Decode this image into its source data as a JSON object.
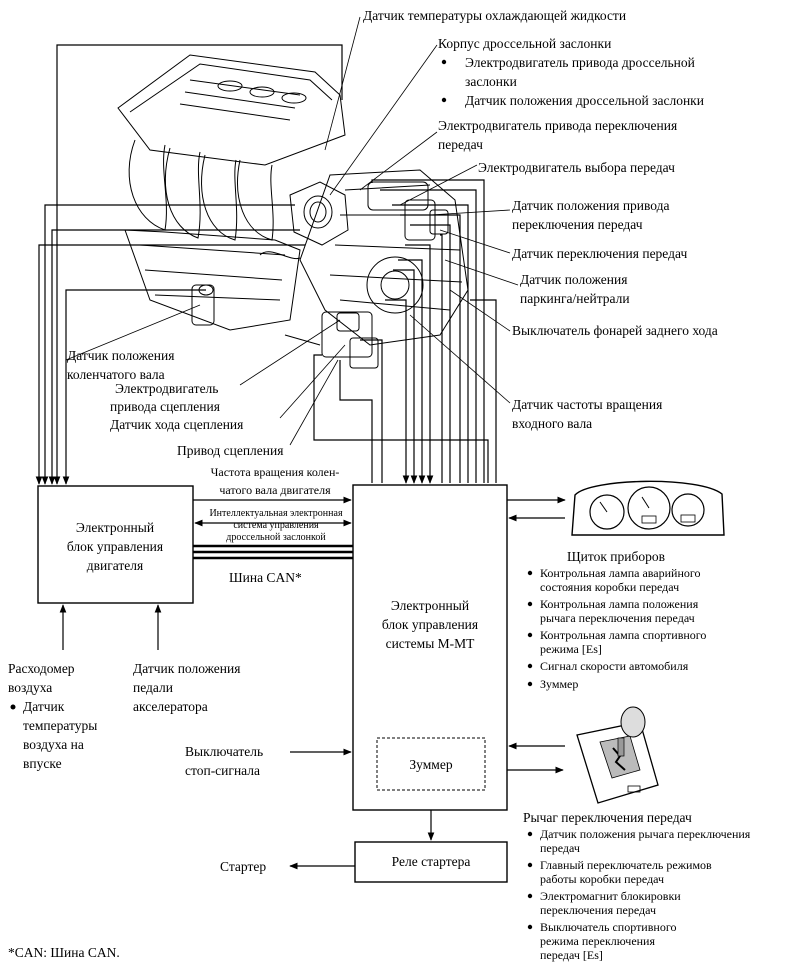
{
  "labels": {
    "coolant": "Датчик температуры охлаждающей жидкости",
    "throttle_body": "Корпус дроссельной заслонки",
    "throttle_motor_1": "Электродвигатель привода дроссельной",
    "throttle_motor_2": "заслонки",
    "throttle_pos": "Датчик положения дроссельной заслонки",
    "shift_motor_1": "Электродвигатель привода переключения",
    "shift_motor_2": "передач",
    "select_motor": "Электродвигатель выбора передач",
    "shift_act_pos_1": "Датчик положения привода",
    "shift_act_pos_2": "переключения передач",
    "shift_sensor": "Датчик переключения передач",
    "park_neutral_1": "Датчик положения",
    "park_neutral_2": "паркинга/нейтрали",
    "reverse_lamp": "Выключатель фонарей заднего хода",
    "crank_pos_1": "Датчик положения",
    "crank_pos_2": "коленчатого вала",
    "clutch_motor_1": "Электродвигатель",
    "clutch_motor_2": "привода сцепления",
    "clutch_stroke": "Датчик хода сцепления",
    "input_speed_1": "Датчик частоты вращения",
    "input_speed_2": "входного вала",
    "clutch_actuator": "Привод сцепления",
    "crank_speed_1": "Частота вращения колен-",
    "crank_speed_2": "чатого вала двигателя",
    "etcs_1": "Интеллектуальная электронная",
    "etcs_2": "система управления",
    "etcs_3": "дроссельной заслонкой",
    "can_bus": "Шина CAN*"
  },
  "ecu_engine": [
    "Электронный",
    "блок управления",
    "двигателя"
  ],
  "ecu_mmt": [
    "Электронный",
    "блок управления",
    "системы M-MT"
  ],
  "buzzer": "Зуммер",
  "starter_relay": "Реле стартера",
  "starter": "Стартер",
  "maf": {
    "line1": "Расходомер",
    "line2": "воздуха",
    "sub": [
      "Датчик",
      "температуры",
      "воздуха на",
      "впуске"
    ]
  },
  "pedal": [
    "Датчик положения",
    "педали",
    "акселератора"
  ],
  "stop_switch": [
    "Выключатель",
    "стоп-сигнала"
  ],
  "cluster": {
    "title": "Щиток приборов",
    "items": [
      [
        "Контрольная лампа аварийного",
        "состояния коробки передач"
      ],
      [
        "Контрольная лампа положения",
        "рычага переключения передач"
      ],
      [
        "Контрольная лампа спортивного",
        "режима [Es]"
      ],
      [
        "Сигнал скорости автомобиля"
      ],
      [
        "Зуммер"
      ]
    ]
  },
  "lever": {
    "title": "Рычаг переключения передач",
    "items": [
      [
        "Датчик положения рычага переключения",
        "передач"
      ],
      [
        "Главный переключатель режимов",
        "работы коробки передач"
      ],
      [
        "Электромагнит блокировки",
        "переключения передач"
      ],
      [
        "Выключатель спортивного",
        "режима переключения",
        "передач [Es]"
      ]
    ]
  },
  "footnote": "*CAN: Шина CAN."
}
